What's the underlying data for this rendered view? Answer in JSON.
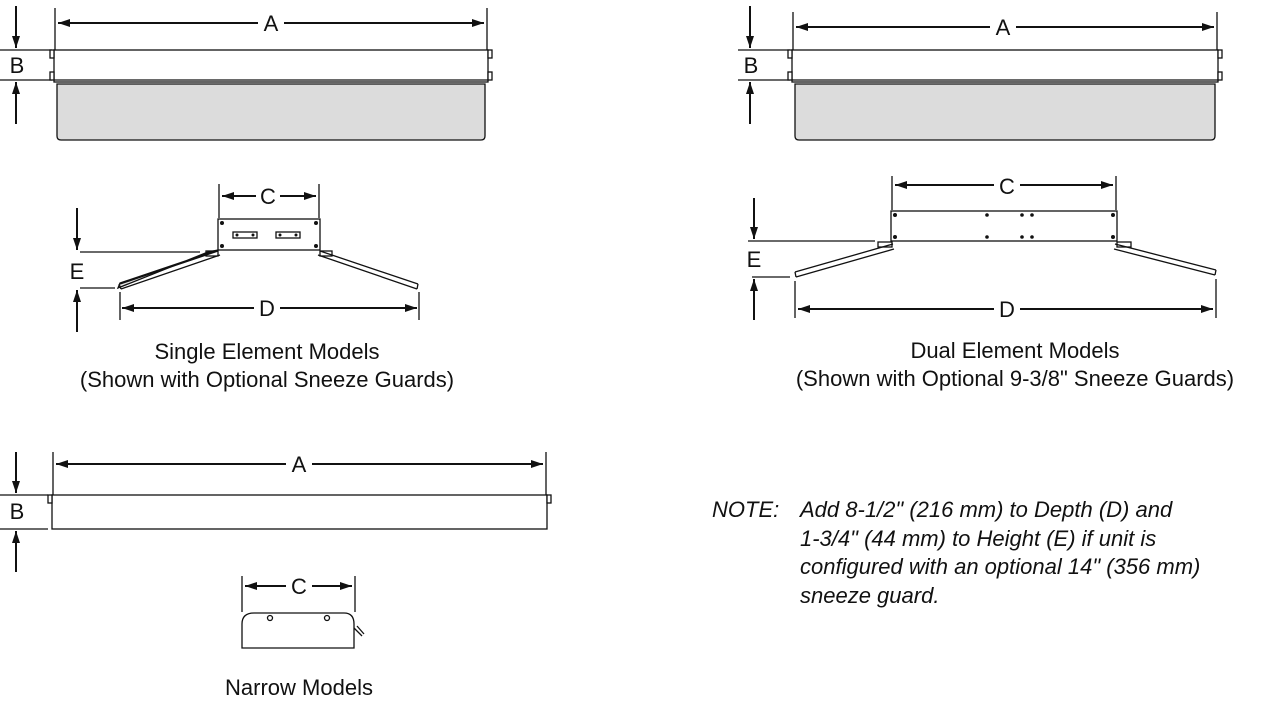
{
  "dimensions": {
    "a": "A",
    "b": "B",
    "c": "C",
    "d": "D",
    "e": "E"
  },
  "captions": {
    "single": [
      "Single Element Models",
      "(Shown with Optional Sneeze Guards)"
    ],
    "dual": [
      "Dual Element Models",
      "(Shown with Optional 9-3/8\" Sneeze Guards)"
    ],
    "narrow": [
      "Narrow Models"
    ]
  },
  "note": {
    "label": "NOTE:",
    "lines": [
      "Add 8-1/2\" (216 mm) to Depth (D) and",
      "1-3/4\" (44 mm) to  Height (E) if unit is",
      "configured with an optional 14\" (356 mm)",
      "sneeze guard."
    ]
  }
}
